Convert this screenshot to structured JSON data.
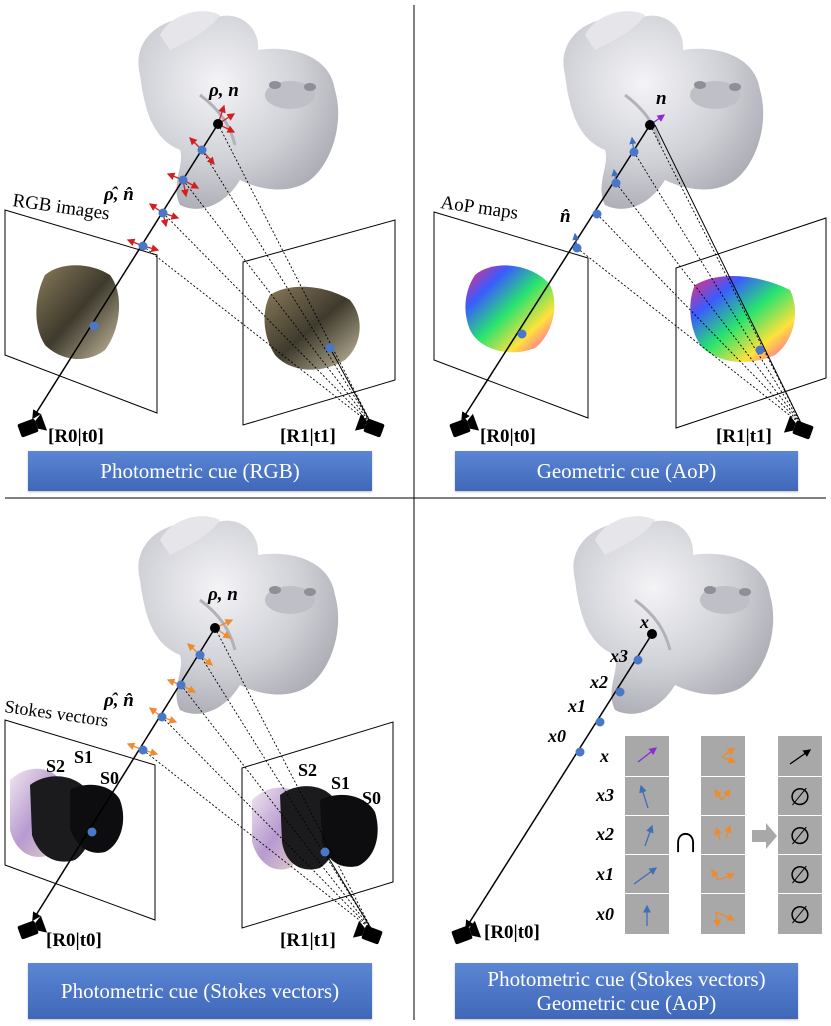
{
  "panels": {
    "rgb": {
      "caption": "Photometric cue (RGB)",
      "images_label": "RGB images",
      "point_label": "ρ, n",
      "est_label": "ρ̂, n̂",
      "cam0": "[R0|t0]",
      "cam1": "[R1|t1]"
    },
    "aop": {
      "caption": "Geometric cue (AoP)",
      "images_label": "AoP maps",
      "point_label": "n",
      "est_label": "n̂",
      "cam0": "[R0|t0]",
      "cam1": "[R1|t1]"
    },
    "stokes": {
      "caption": "Photometric cue (Stokes vectors)",
      "images_label": "Stokes vectors",
      "point_label": "ρ, n",
      "est_label": "ρ̂, n̂",
      "s_labels": [
        "S2",
        "S1",
        "S0"
      ],
      "cam0": "[R0|t0]",
      "cam1": "[R1|t1]"
    },
    "combined": {
      "caption_line1": "Photometric cue (Stokes vectors)",
      "caption_line2": "Geometric cue (AoP)",
      "point_labels": [
        "x",
        "x3",
        "x2",
        "x1",
        "x0"
      ],
      "row_labels": [
        "x",
        "x3",
        "x2",
        "x1",
        "x0"
      ],
      "intersect_symbol": "∩",
      "empty_symbol": "∅",
      "cam0": "[R0|t0]"
    }
  }
}
